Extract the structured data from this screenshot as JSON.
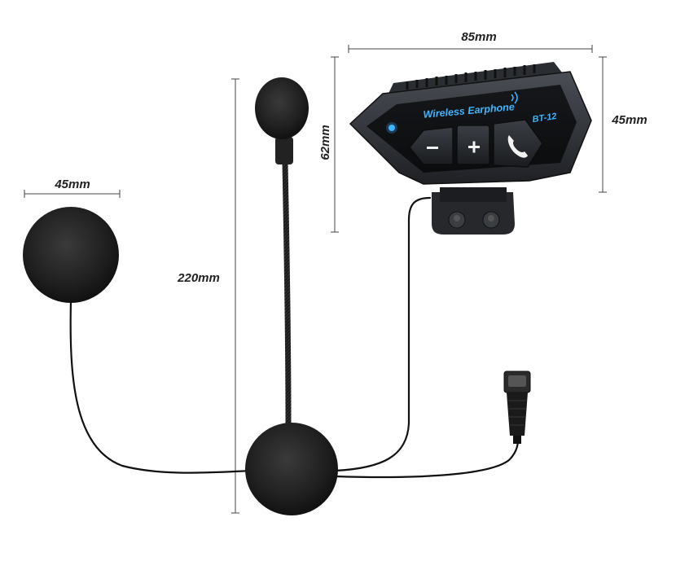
{
  "dimensions": {
    "module_width": "85mm",
    "module_height": "62mm",
    "module_depth": "45mm",
    "speaker_diameter": "45mm",
    "cable_length": "220mm"
  },
  "device": {
    "brand_label": "Wireless Earphone",
    "model_label": "BT-12",
    "buttons": [
      {
        "name": "volume-down",
        "glyph": "−"
      },
      {
        "name": "volume-up",
        "glyph": "+"
      },
      {
        "name": "call",
        "glyph": "call-icon"
      }
    ],
    "accent_color": "#3fb4ff",
    "body_color": "#2b2e33",
    "foam_color": "#1c1c1c"
  }
}
